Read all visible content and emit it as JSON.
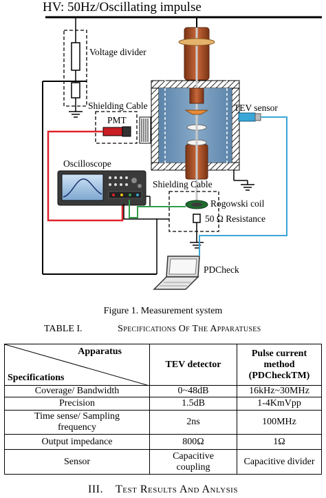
{
  "diagram": {
    "labels": {
      "hv_bus": "HV: 50Hz/Oscillating impulse",
      "voltage_divider": "Voltage divider",
      "shielding_cable_top": "Shielding Cable",
      "pmt": "PMT",
      "tev_sensor": "TEV sensor",
      "oscilloscope": "Oscilloscope",
      "shielding_cable_bottom": "Shielding Cable",
      "rogowski_coil": "Rogowski coil",
      "resistance": "50 Ω Resistance",
      "pdcheck": "PDCheck"
    },
    "colors": {
      "red_wire": "#e0232a",
      "green_wire": "#2e9e4a",
      "cyan_wire": "#3aa6d8",
      "copper": "#b3552c",
      "tank_fill": "#6f94b8"
    }
  },
  "figure": {
    "caption": "Figure 1.    Measurement system"
  },
  "table": {
    "number": "TABLE I.",
    "title": "Specifications Of The Apparatuses",
    "header": {
      "corner_top": "Apparatus",
      "corner_bottom": "Specifications",
      "col1": "TEV detector",
      "col2_line1": "Pulse current",
      "col2_line2": "method",
      "col2_line3": "(PDCheckTM)"
    },
    "rows": [
      {
        "spec": "Coverage/ Bandwidth",
        "tev": "0~48dB",
        "pulse": "16kHz~30MHz"
      },
      {
        "spec": "Precision",
        "tev": "1.5dB",
        "pulse": "1-4KmVpp"
      },
      {
        "spec_line1": "Time sense/ Sampling",
        "spec_line2": "frequency",
        "tev": "2ns",
        "pulse": "100MHz"
      },
      {
        "spec": "Output impedance",
        "tev": "800Ω",
        "pulse": "1Ω"
      },
      {
        "spec": "Sensor",
        "tev_line1": "Capacitive",
        "tev_line2": "coupling",
        "pulse": "Capacitive divider"
      }
    ]
  },
  "section": {
    "number": "III.",
    "title": "Test Results And Anlysis"
  }
}
